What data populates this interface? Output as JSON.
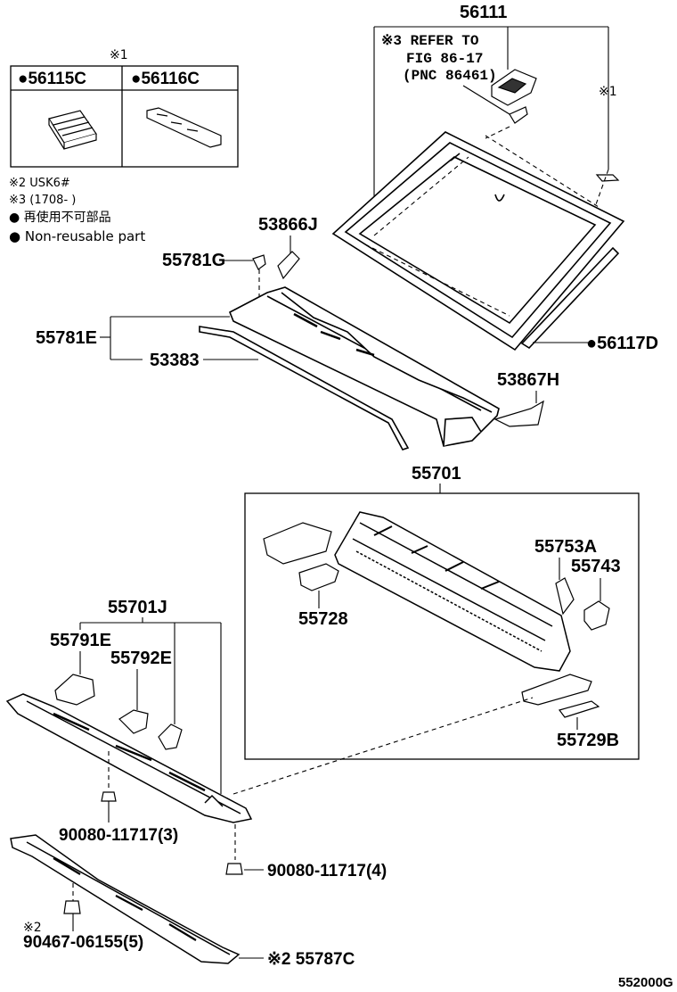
{
  "legend_box": {
    "marker": "※1",
    "left_part": "●56115C",
    "right_part": "●56116C"
  },
  "notes": {
    "n2": "※2 USK6#",
    "n3": "※3 (1708-      )",
    "nr_jp": "● 再使用不可部品",
    "nr_en": "● Non-reusable part"
  },
  "refer": {
    "line1": "※3 REFER TO",
    "line2": "FIG 86-17",
    "line3": "(PNC 86461)"
  },
  "parts": {
    "p56111": "56111",
    "p_mark1": "※1",
    "p53866j": "53866J",
    "p55781g": "55781G",
    "p55781e": "55781E",
    "p53383": "53383",
    "p56117d": "●56117D",
    "p53867h": "53867H",
    "p55701": "55701",
    "p55753a": "55753A",
    "p55743": "55743",
    "p55728": "55728",
    "p55729b": "55729B",
    "p55701j": "55701J",
    "p55791e": "55791E",
    "p55792e": "55792E",
    "p90080a": "90080-11717(3)",
    "p90080b": "90080-11717(4)",
    "p_mark2": "※2",
    "p90467": "90467-06155(5)",
    "p55787c": "※2 55787C"
  },
  "figure_id": "552000G"
}
